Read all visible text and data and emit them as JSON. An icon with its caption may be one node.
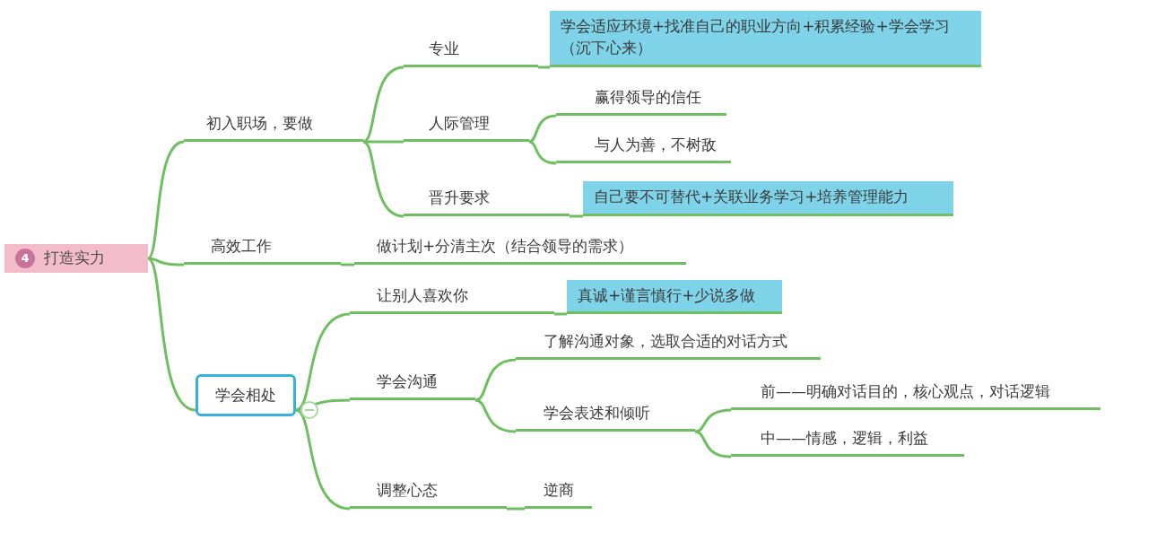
{
  "diagram": {
    "nodes": [
      {
        "text": [
          "4",
          "打造实力"
        ]
      },
      {
        "text": [
          "初入职场，要做"
        ]
      },
      {
        "text": [
          "专业"
        ]
      },
      {
        "text": [
          "学会适应环境+找准自己的职业方向+积累经验+学会学习（沉下心来）"
        ]
      },
      {
        "text": [
          "人际管理"
        ]
      },
      {
        "text": [
          "赢得领导的信任"
        ]
      },
      {
        "text": [
          "与人为善，不树敌"
        ]
      },
      {
        "text": [
          "晋升要求"
        ]
      },
      {
        "text": [
          "自己要不可替代+关联业务学习+培养管理能力"
        ]
      },
      {
        "text": [
          "高效工作"
        ]
      },
      {
        "text": [
          "做计划+分清主次（结合领导的需求）"
        ]
      },
      {
        "text": [
          "让别人喜欢你"
        ]
      },
      {
        "text": [
          "真诚+谨言慎行+少说多做"
        ]
      },
      {
        "text": [
          "学会相处"
        ]
      },
      {
        "text": [
          "学会沟通"
        ]
      },
      {
        "text": [
          "了解沟通对象，选取合适的对话方式"
        ]
      },
      {
        "text": [
          "学会表述和倾听"
        ]
      },
      {
        "text": [
          "前——明确对话目的，核心观点，对话逻辑"
        ]
      },
      {
        "text": [
          "中——情感，逻辑，利益"
        ]
      },
      {
        "text": [
          "调整心态"
        ]
      },
      {
        "text": [
          "逆商"
        ]
      }
    ],
    "edges": [
      {
        "from": 0,
        "to": 1,
        "arrow": "none"
      },
      {
        "from": 0,
        "to": 9,
        "arrow": "none"
      },
      {
        "from": 0,
        "to": 13,
        "arrow": "none"
      },
      {
        "from": 1,
        "to": 2,
        "arrow": "none"
      },
      {
        "from": 1,
        "to": 4,
        "arrow": "none"
      },
      {
        "from": 1,
        "to": 7,
        "arrow": "none"
      },
      {
        "from": 2,
        "to": 3,
        "arrow": "none"
      },
      {
        "from": 4,
        "to": 5,
        "arrow": "none"
      },
      {
        "from": 4,
        "to": 6,
        "arrow": "none"
      },
      {
        "from": 7,
        "to": 8,
        "arrow": "none"
      },
      {
        "from": 9,
        "to": 10,
        "arrow": "none"
      },
      {
        "from": 13,
        "to": 11,
        "arrow": "none"
      },
      {
        "from": 13,
        "to": 14,
        "arrow": "none"
      },
      {
        "from": 13,
        "to": 19,
        "arrow": "none"
      },
      {
        "from": 11,
        "to": 12,
        "arrow": "none"
      },
      {
        "from": 14,
        "to": 15,
        "arrow": "none"
      },
      {
        "from": 14,
        "to": 16,
        "arrow": "none"
      },
      {
        "from": 16,
        "to": 17,
        "arrow": "none"
      },
      {
        "from": 16,
        "to": 18,
        "arrow": "none"
      },
      {
        "from": 19,
        "to": 20,
        "arrow": "none"
      }
    ]
  }
}
